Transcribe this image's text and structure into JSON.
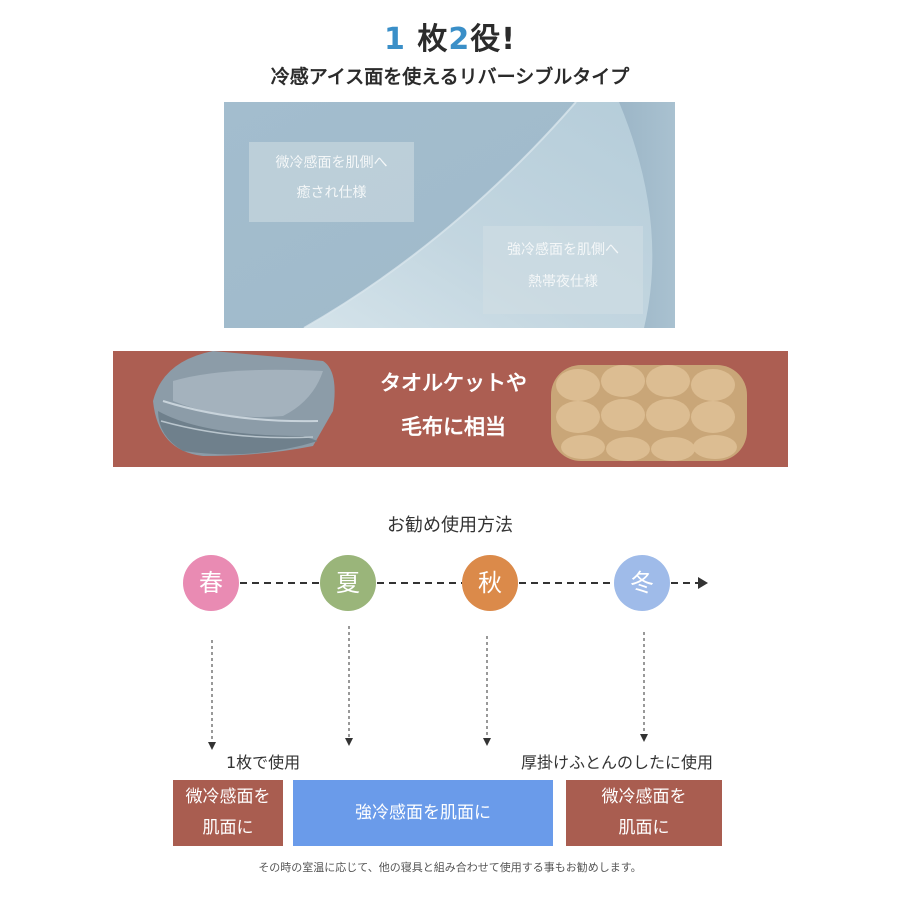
{
  "header": {
    "title_num1": "1",
    "title_part1": "枚",
    "title_num2": "2",
    "title_part2": "役!",
    "subtitle": "冷感アイス面を使えるリバーシブルタイプ"
  },
  "fabric_panel": {
    "label_a_line1": "微冷感面を肌側へ",
    "label_a_line2": "癒され仕様",
    "label_b_line1": "強冷感面を肌側へ",
    "label_b_line2": "熱帯夜仕様"
  },
  "band": {
    "line1": "タオルケットや",
    "line2": "毛布に相当"
  },
  "recommend": {
    "heading": "お勧め使用方法",
    "seasons": [
      "春",
      "夏",
      "秋",
      "冬"
    ],
    "caption_left": "1枚で使用",
    "caption_right": "厚掛けふとんのしたに使用",
    "box_left_line1": "微冷感面を",
    "box_left_line2": "肌面に",
    "box_middle": "強冷感面を肌面に",
    "box_right_line1": "微冷感面を",
    "box_right_line2": "肌面に"
  },
  "footnote": "その時の室温に応じて、他の寝具と組み合わせて使用する事もお勧めします。",
  "colors": {
    "title_accent": "#3a8fc8",
    "band": "#ac5e52",
    "spring": "#e98bb3",
    "summer": "#9ab57a",
    "autumn": "#db8a4a",
    "winter": "#9fbbe9",
    "box_brown": "#a95d50",
    "box_blue": "#6a9bea"
  }
}
